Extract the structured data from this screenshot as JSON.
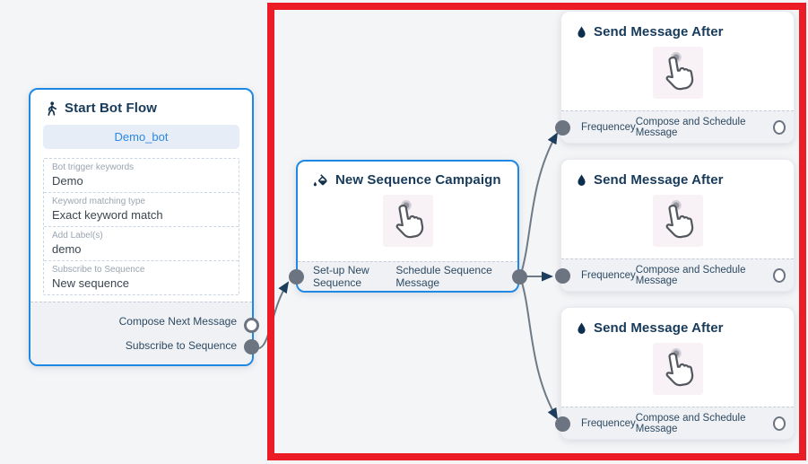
{
  "colors": {
    "canvas_bg": "#f4f5f7",
    "node_border_blue": "#1e88e5",
    "title_navy": "#173a5a",
    "accent_blue": "#2c88e4",
    "connector_gray": "#6b7480",
    "edge_gray": "#6e7a86",
    "arrow_navy": "#1d3d5c",
    "highlight_red": "#ec1c27"
  },
  "start_node": {
    "title": "Start Bot Flow",
    "bot_button": "Demo_bot",
    "fields": [
      {
        "label": "Bot trigger keywords",
        "value": "Demo"
      },
      {
        "label": "Keyword matching type",
        "value": "Exact keyword match"
      },
      {
        "label": "Add Label(s)",
        "value": "demo"
      },
      {
        "label": "Subscribe to Sequence",
        "value": "New sequence"
      }
    ],
    "outputs": [
      {
        "label": "Compose Next Message"
      },
      {
        "label": "Subscribe to Sequence"
      }
    ]
  },
  "campaign_node": {
    "title": "New Sequence Campaign",
    "outputs": [
      {
        "label": "Set-up New Sequence"
      },
      {
        "label": "Schedule Sequence Message"
      }
    ]
  },
  "send_nodes": [
    {
      "title": "Send Message After",
      "input_label": "Frequencey",
      "output_label": "Compose and Schedule Message"
    },
    {
      "title": "Send Message After",
      "input_label": "Frequencey",
      "output_label": "Compose and Schedule Message"
    },
    {
      "title": "Send Message After",
      "input_label": "Frequencey",
      "output_label": "Compose and Schedule Message"
    }
  ]
}
